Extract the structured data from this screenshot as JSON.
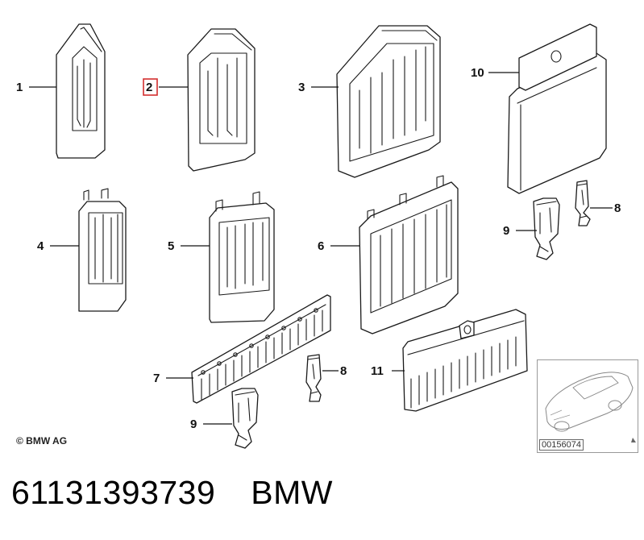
{
  "diagram": {
    "copyright": "© BMW AG",
    "inset_code": "00156074",
    "highlight_color": "#d32f2f",
    "callouts": {
      "c1": "1",
      "c2": "2",
      "c3": "3",
      "c4": "4",
      "c5": "5",
      "c6": "6",
      "c7": "7",
      "c8a": "8",
      "c8b": "8",
      "c9a": "9",
      "c9b": "9",
      "c10": "10",
      "c11": "11"
    }
  },
  "footer": {
    "part_number": "61131393739",
    "brand": "BMW"
  }
}
